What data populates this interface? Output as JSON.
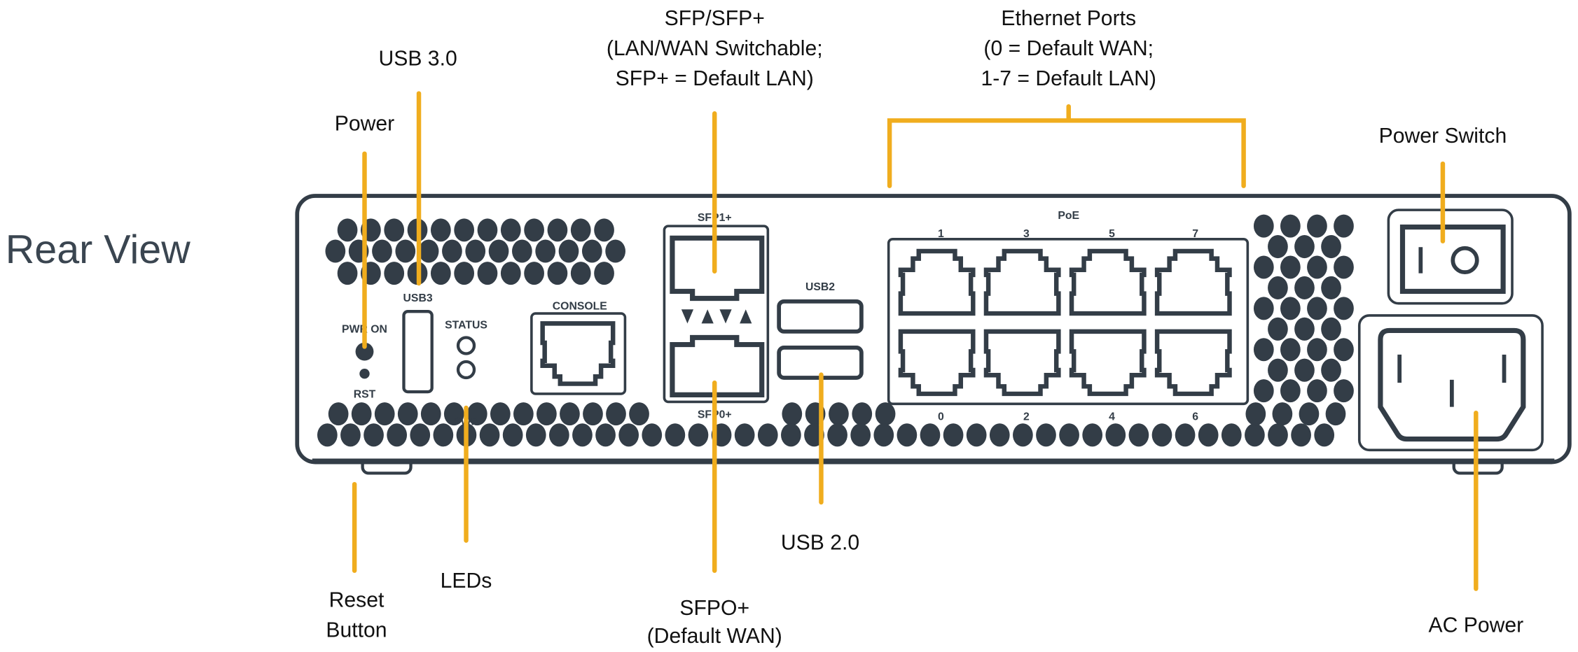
{
  "title": "Rear View",
  "colors": {
    "device": "#333d47",
    "callout": "#f0ad1e",
    "title": "#3a4550"
  },
  "callouts": {
    "power": "Power",
    "usb3": "USB 3.0",
    "sfp": [
      "SFP/SFP+",
      "(LAN/WAN Switchable;",
      "SFP+ = Default LAN)"
    ],
    "ethernet": [
      "Ethernet Ports",
      "(0 = Default WAN;",
      "1-7 = Default LAN)"
    ],
    "power_switch": "Power Switch",
    "reset": [
      "Reset",
      "Button"
    ],
    "leds": "LEDs",
    "sfp0": [
      "SFPO+",
      "(Default WAN)"
    ],
    "usb2": "USB 2.0",
    "ac_power": "AC Power"
  },
  "panel": {
    "pwr_on": "PWR ON",
    "rst": "RST",
    "usb3": "USB3",
    "status": "STATUS",
    "pwr": "PWR",
    "console": "CONSOLE",
    "sfp1": "SFP1+",
    "sfp0": "SFP0+",
    "usb2": "USB2",
    "poe": "PoE",
    "top_ports": [
      "1",
      "3",
      "5",
      "7"
    ],
    "bottom_ports": [
      "0",
      "2",
      "4",
      "6"
    ]
  }
}
